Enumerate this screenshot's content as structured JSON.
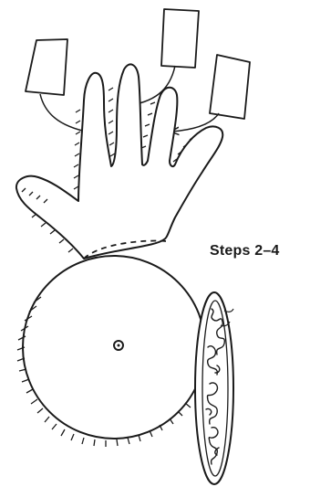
{
  "caption": {
    "steps_label": "Steps 2–4"
  },
  "colors": {
    "ink": "#1a1a1a",
    "paper": "#ffffff"
  },
  "parts": {
    "notes": [
      "sticky-note-left",
      "sticky-note-middle",
      "sticky-note-right"
    ],
    "hand": "hand-outline",
    "circle": "paper-circle",
    "side_view": "circle-side-view"
  }
}
